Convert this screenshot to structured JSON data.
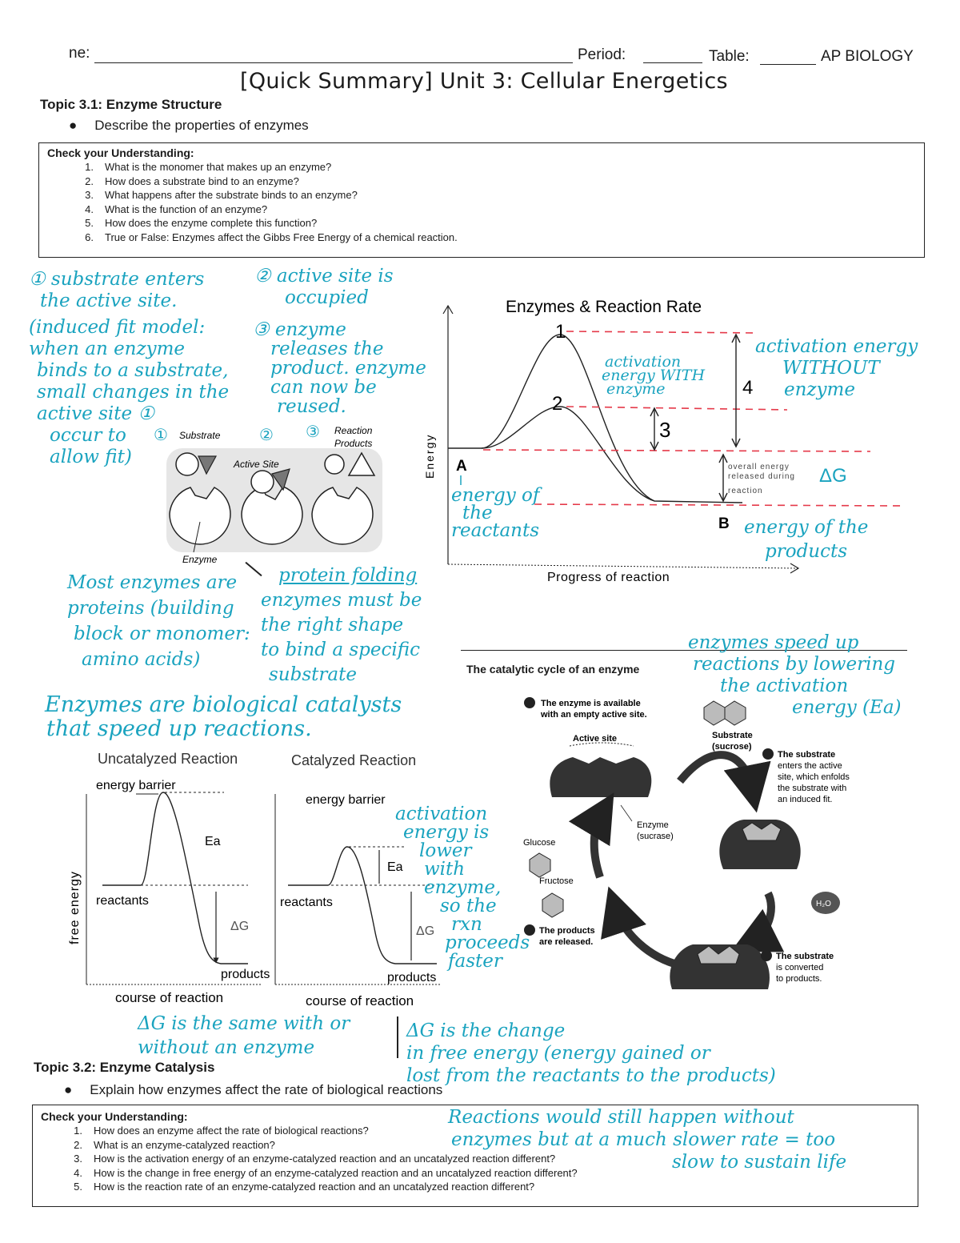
{
  "header": {
    "name_label": "ne:",
    "period_label": "Period:",
    "table_label": "Table:",
    "course": "AP BIOLOGY",
    "title": "[Quick Summary] Unit 3: Cellular Energetics"
  },
  "topic31": {
    "title": "Topic 3.1: Enzyme Structure",
    "bullet": "Describe the properties of enzymes",
    "check": {
      "title": "Check your Understanding:",
      "items": [
        {
          "n": "1.",
          "text": "What is the monomer that makes up an enzyme?"
        },
        {
          "n": "2.",
          "text": "How does a substrate bind to an enzyme?"
        },
        {
          "n": "3.",
          "text": "What happens after the substrate binds to an enzyme?"
        },
        {
          "n": "4.",
          "text": "What is the function of an enzyme?"
        },
        {
          "n": "5.",
          "text": "How does the enzyme complete this function?"
        },
        {
          "n": "6.",
          "text": "True or False: Enzymes affect the Gibbs Free Energy of a chemical reaction."
        }
      ]
    }
  },
  "notes": {
    "n1": [
      "① substrate enters",
      "the active site.",
      "(induced fit model:",
      "when an enzyme",
      "binds to a substrate,",
      "small changes in the",
      "active site ①",
      "occur to",
      "allow fit)"
    ],
    "n2": [
      "② active site is",
      "occupied"
    ],
    "n3": [
      "③ enzyme",
      "releases the",
      "product. enzyme",
      "can now be",
      "reused."
    ],
    "proteins": [
      "Most enzymes are",
      "proteins (building",
      "block or monomer:",
      "amino acids)"
    ],
    "folding": [
      "protein folding",
      "enzymes must be",
      "the right shape",
      "to bind a specific",
      "substrate"
    ],
    "catalysts": [
      "Enzymes are biological catalysts",
      "that speed up reactions."
    ],
    "speed": [
      "enzymes speed up",
      "reactions by lowering",
      "the activation",
      "energy (Ea)"
    ],
    "act_with": [
      "activation",
      "energy WITH",
      "enzyme"
    ],
    "act_without": [
      "activation energy",
      "WITHOUT",
      "enzyme"
    ],
    "reactants": [
      "energy of",
      "the",
      "reactants"
    ],
    "products": [
      "energy of the",
      "products"
    ],
    "lower": [
      "activation",
      "energy is",
      "lower",
      "with",
      "enzyme,",
      "so the",
      "rxn",
      "proceeds",
      "faster"
    ],
    "dg_same": [
      "ΔG is the same with or",
      "without an enzyme"
    ],
    "dg_change": [
      "ΔG is the change",
      "in free energy (energy gained or",
      "lost from the reactants to the products)"
    ],
    "slower": [
      "Reactions would still happen without",
      "enzymes but at a much slower rate = too",
      "slow to sustain life"
    ]
  },
  "induced_fit": {
    "step1": "①",
    "step2": "②",
    "step3": "③",
    "substrate": "Substrate",
    "active_site": "Active Site",
    "products": [
      "Reaction",
      "Products"
    ],
    "enzyme": "Enzyme"
  },
  "rate_graph": {
    "title": "Enzymes & Reaction Rate",
    "ylabel": "Energy",
    "xlabel": "Progress of reaction",
    "peak1": "1",
    "peak2": "2",
    "gap3": "3",
    "gap4": "4",
    "point_a": "A",
    "point_b": "B",
    "overall": [
      "overall energy",
      "released during",
      "reaction"
    ],
    "dg": "ΔG"
  },
  "chart_data": [
    {
      "type": "line",
      "title": "Uncatalyzed Reaction",
      "ylabel": "free energy",
      "xlabel": "course of reaction",
      "labels": [
        "energy barrier",
        "Ea",
        "reactants",
        "ΔG",
        "products"
      ]
    },
    {
      "type": "line",
      "title": "Catalyzed Reaction",
      "xlabel": "course of reaction",
      "labels": [
        "energy barrier",
        "Ea",
        "reactants",
        "ΔG",
        "products"
      ]
    }
  ],
  "cycle": {
    "title": "The catalytic cycle of an enzyme",
    "s1": [
      "The enzyme is available",
      "with an empty active site."
    ],
    "active_site": "Active site",
    "substrate": [
      "Substrate",
      "(sucrose)"
    ],
    "s2": [
      "The substrate",
      "enters the active",
      "site, which enfolds",
      "the substrate with",
      "an induced fit."
    ],
    "enzyme": [
      "Enzyme",
      "(sucrase)"
    ],
    "glucose": "Glucose",
    "fructose": "Fructose",
    "s4": [
      "The products",
      "are released."
    ],
    "s3": [
      "The substrate",
      "is converted",
      "to products."
    ],
    "water": "H₂O"
  },
  "topic32": {
    "title": "Topic 3.2: Enzyme Catalysis",
    "bullet": "Explain how enzymes affect the rate of biological reactions",
    "check": {
      "title": "Check your Understanding:",
      "items": [
        {
          "n": "1.",
          "text": "How does an enzyme affect the rate of biological reactions?"
        },
        {
          "n": "2.",
          "text": "What is an enzyme-catalyzed reaction?"
        },
        {
          "n": "3.",
          "text": "How is the activation energy of an enzyme-catalyzed reaction and an uncatalyzed reaction different?"
        },
        {
          "n": "4.",
          "text": "How is the change in free energy of an enzyme-catalyzed reaction and an uncatalyzed reaction different?"
        },
        {
          "n": "5.",
          "text": "How is the reaction rate of an enzyme-catalyzed reaction and an uncatalyzed reaction different?"
        }
      ]
    }
  }
}
